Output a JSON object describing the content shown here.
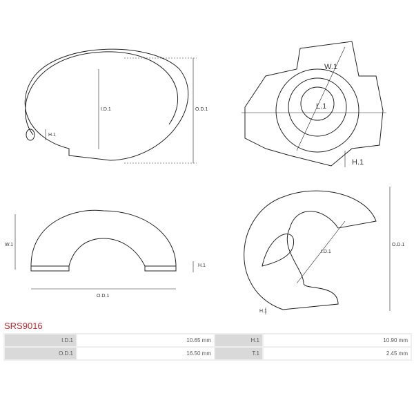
{
  "drawings": {
    "ring": {
      "id": "I.D.1",
      "od": "O.D.1",
      "h": "H.1"
    },
    "star": {
      "w": "W.1",
      "l": "L.1",
      "h": "H.1"
    },
    "arch": {
      "w": "W.1",
      "h": "H.1",
      "od": "O.D.1"
    },
    "clip": {
      "id": "I.D.1",
      "od": "O.D.1",
      "h": "H.1"
    }
  },
  "part_number": "SRS9016",
  "specs": [
    {
      "label": "I.D.1",
      "value": "10.65 mm",
      "label2": "H.1",
      "value2": "10.90 mm"
    },
    {
      "label": "O.D.1",
      "value": "16.50 mm",
      "label2": "T.1",
      "value2": "2.45 mm"
    }
  ]
}
